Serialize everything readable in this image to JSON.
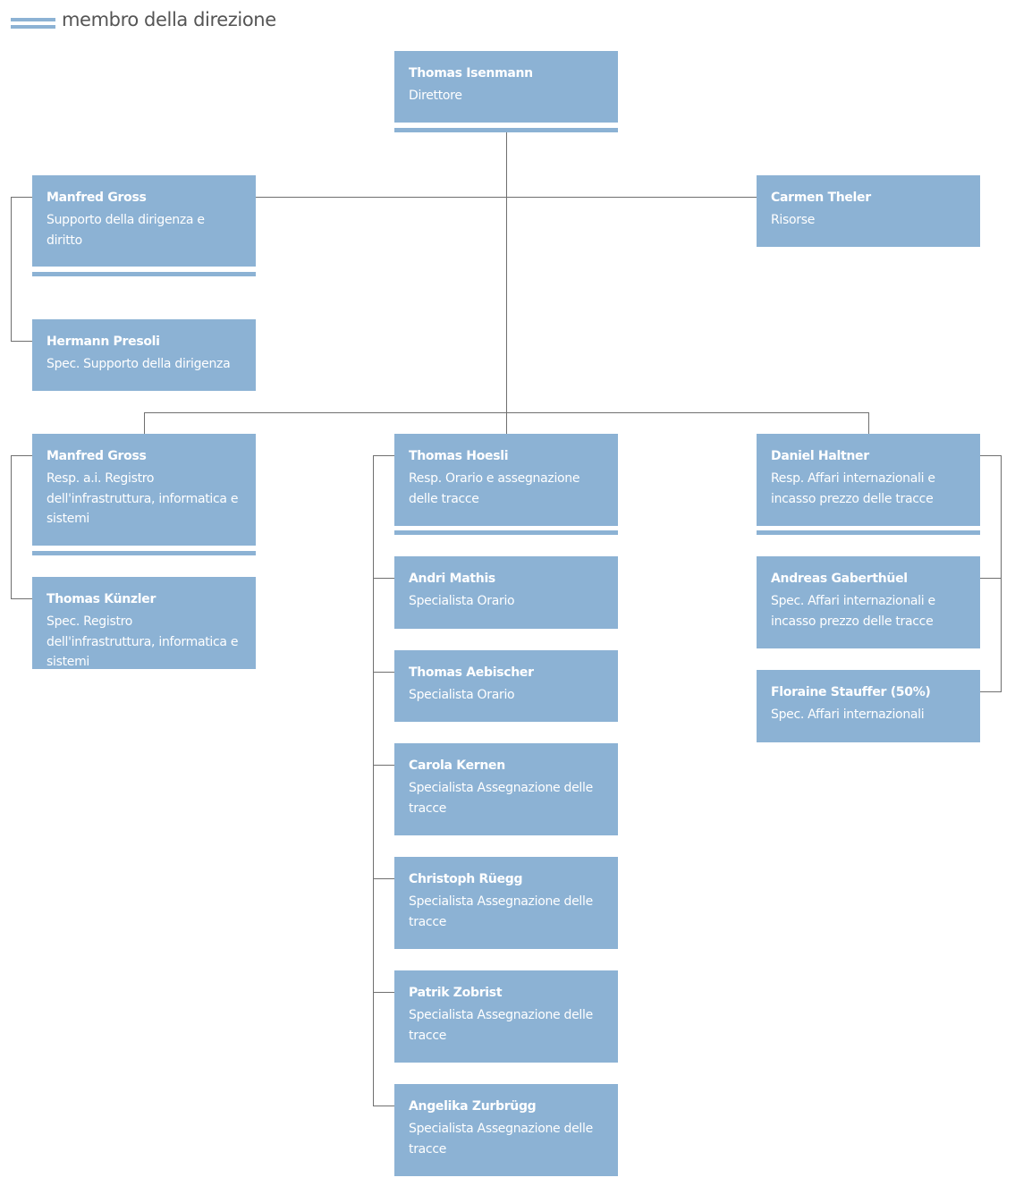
{
  "legend": {
    "label": "membro della direzione",
    "color": "#8cb2d4"
  },
  "colors": {
    "box": "#8cb2d4",
    "text": "#ffffff",
    "line": "#6f6f6f"
  },
  "nodes": {
    "isenmann": {
      "name": "Thomas Isenmann",
      "role": "Direttore",
      "member": true
    },
    "gross_support": {
      "name": "Manfred Gross",
      "role": "Supporto della dirigenza e diritto",
      "member": true
    },
    "presoli": {
      "name": "Hermann Presoli",
      "role": "Spec. Supporto della dirigenza",
      "member": false
    },
    "theler": {
      "name": "Carmen Theler",
      "role": "Risorse",
      "member": false
    },
    "gross_registry": {
      "name": "Manfred Gross",
      "role": "Resp. a.i. Registro dell'infrastruttura, informatica e sistemi",
      "member": true
    },
    "kuenzler": {
      "name": "Thomas Künzler",
      "role": "Spec. Registro dell'infrastruttura, informatica e sistemi",
      "member": false
    },
    "hoesli": {
      "name": "Thomas Hoesli",
      "role": "Resp. Orario e assegnazione delle tracce",
      "member": true
    },
    "mathis": {
      "name": "Andri Mathis",
      "role": "Specialista Orario",
      "member": false
    },
    "aebischer": {
      "name": "Thomas Aebischer",
      "role": "Specialista Orario",
      "member": false
    },
    "kernen": {
      "name": "Carola Kernen",
      "role": "Specialista Assegnazione delle tracce",
      "member": false
    },
    "rueegg": {
      "name": "Christoph Rüegg",
      "role": "Specialista Assegnazione delle tracce",
      "member": false
    },
    "zobrist": {
      "name": "Patrik Zobrist",
      "role": "Specialista Assegnazione delle tracce",
      "member": false
    },
    "zurbruegg": {
      "name": "Angelika Zurbrügg",
      "role": "Specialista Assegnazione delle tracce",
      "member": false
    },
    "haltner": {
      "name": "Daniel Haltner",
      "role": "Resp. Affari internazionali e incasso prezzo delle tracce",
      "member": true
    },
    "gaberthuel": {
      "name": "Andreas Gaberthüel",
      "role": "Spec. Affari internazionali e incasso prezzo delle tracce",
      "member": false
    },
    "stauffer": {
      "name": "Floraine Stauffer (50%)",
      "role": "Spec. Affari internazionali",
      "member": false
    }
  },
  "edges": [
    [
      "isenmann",
      "gross_support"
    ],
    [
      "isenmann",
      "theler"
    ],
    [
      "gross_support",
      "presoli"
    ],
    [
      "isenmann",
      "gross_registry"
    ],
    [
      "isenmann",
      "hoesli"
    ],
    [
      "isenmann",
      "haltner"
    ],
    [
      "gross_registry",
      "kuenzler"
    ],
    [
      "hoesli",
      "mathis"
    ],
    [
      "hoesli",
      "aebischer"
    ],
    [
      "hoesli",
      "kernen"
    ],
    [
      "hoesli",
      "rueegg"
    ],
    [
      "hoesli",
      "zobrist"
    ],
    [
      "hoesli",
      "zurbruegg"
    ],
    [
      "haltner",
      "gaberthuel"
    ],
    [
      "haltner",
      "stauffer"
    ]
  ]
}
